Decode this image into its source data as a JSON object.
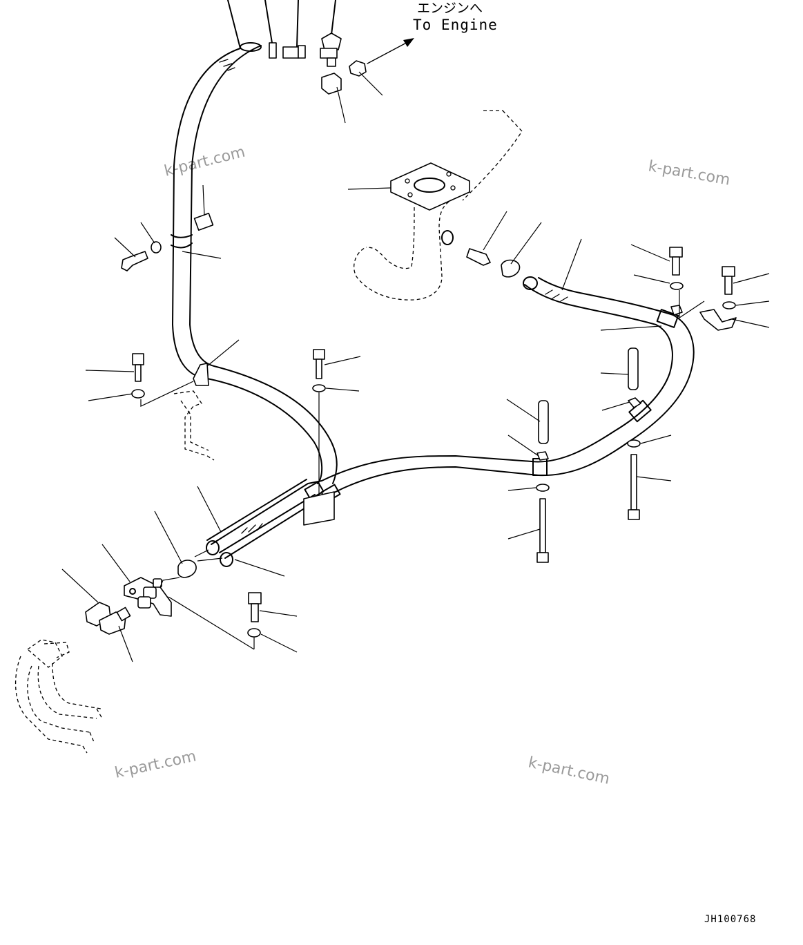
{
  "direction_label": {
    "japanese": "エンジンへ",
    "english": "To Engine"
  },
  "watermarks": [
    "k-part.com",
    "k-part.com",
    "k-part.com",
    "k-part.com"
  ],
  "drawing_code": "JH100768"
}
